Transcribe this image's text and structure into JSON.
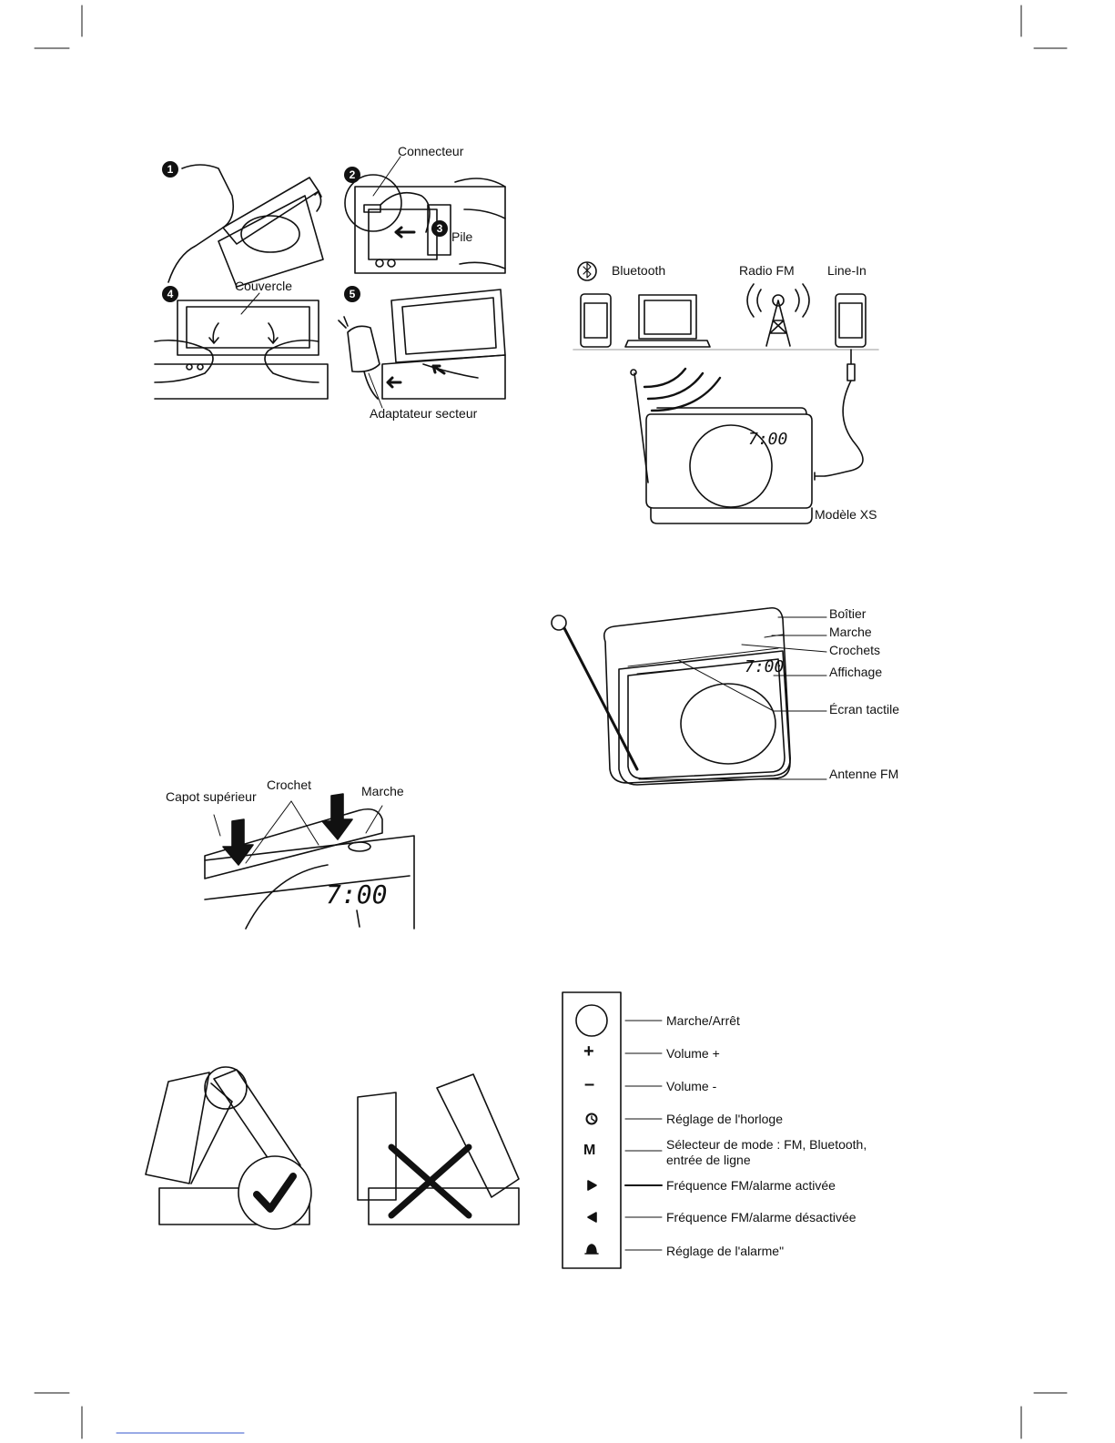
{
  "steps": [
    "1",
    "2",
    "3",
    "4",
    "5"
  ],
  "install": {
    "connector": "Connecteur",
    "battery": "Pile",
    "cover": "Couvercle",
    "adapter": "Adaptateur secteur"
  },
  "sources": {
    "bluetooth": "Bluetooth",
    "radio": "Radio FM",
    "linein": "Line-In",
    "model": "Modèle XS",
    "clock": "7:00"
  },
  "parts": {
    "case": "Boîtier",
    "power": "Marche",
    "hooks": "Crochets",
    "display": "Affichage",
    "touch": "Écran tactile",
    "antenna": "Antenne FM",
    "clock": "7:00"
  },
  "topcover": {
    "cap": "Capot supérieur",
    "hook": "Crochet",
    "power": "Marche",
    "clock": "7:00"
  },
  "controls": [
    {
      "symbol": "",
      "label": "Marche/Arrêt"
    },
    {
      "symbol": "+",
      "label": "Volume +"
    },
    {
      "symbol": "–",
      "label": "Volume -"
    },
    {
      "symbol": "clock-icon",
      "label": "Réglage de l'horloge"
    },
    {
      "symbol": "M",
      "label": "Sélecteur de mode : FM, Bluetooth, entrée de ligne"
    },
    {
      "symbol": "play-icon",
      "label": "Fréquence FM/alarme activée"
    },
    {
      "symbol": "back-icon",
      "label": "Fréquence FM/alarme désactivée"
    },
    {
      "symbol": "bell-icon",
      "label": "Réglage de l'alarme\""
    }
  ]
}
